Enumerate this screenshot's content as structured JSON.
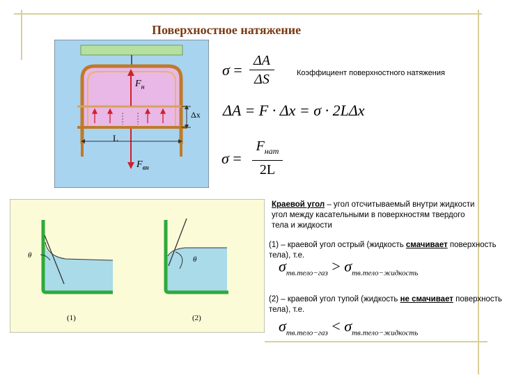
{
  "title": "Поверхностное натяжение",
  "formula1": {
    "sigma": "σ",
    "eq": "=",
    "numerator": "ΔA",
    "denominator": "ΔS",
    "caption": "Коэффициент поверхностного натяжения"
  },
  "formula2": {
    "text": "ΔA = F · Δx = σ · 2LΔx"
  },
  "formula3": {
    "sigma": "σ",
    "eq": "=",
    "numerator": "F",
    "numerator_sub": "нат",
    "denominator": "2L"
  },
  "frame_figure": {
    "force_top": "F",
    "force_top_sub": "н",
    "force_bottom": "F",
    "force_bottom_sub": "вн",
    "label_L": "L",
    "label_dx": "Δx"
  },
  "contact_angle": {
    "term": "Краевой угол",
    "definition": " – угол отсчитываемый внутри жидкости угол между касательными в поверхностям твердого тела и жидкости",
    "case1_prefix": "(1) – краевой угол острый (жидкость ",
    "case1_bold": "смачивает",
    "case1_suffix": " поверхность тела), т.е.",
    "case2_prefix": "(2) – краевой угол тупой (жидкость ",
    "case2_bold": "не смачивает",
    "case2_suffix": " поверхность тела), т.е.",
    "ineq1_left_sub": "тв.тело−газ",
    "ineq1_op": ">",
    "ineq1_right_sub": "тв.тело−жидкость",
    "ineq2_left_sub": "тв.тело−газ",
    "ineq2_op": "<",
    "ineq2_right_sub": "тв.тело−жидкость",
    "sigma": "σ"
  },
  "vessel_figure": {
    "theta": "θ",
    "label1": "(1)",
    "label2": "(2)"
  },
  "colors": {
    "title": "#7a3a12",
    "rule": "#d9cf9a",
    "frame_bg": "#a9d4f0",
    "film": "#e9b8e6",
    "copper": "#d99a3a",
    "force": "#d0202a",
    "vessel_bg": "#fbfbd8",
    "liquid": "#a9dbe8",
    "wall": "#2eaa3a"
  }
}
